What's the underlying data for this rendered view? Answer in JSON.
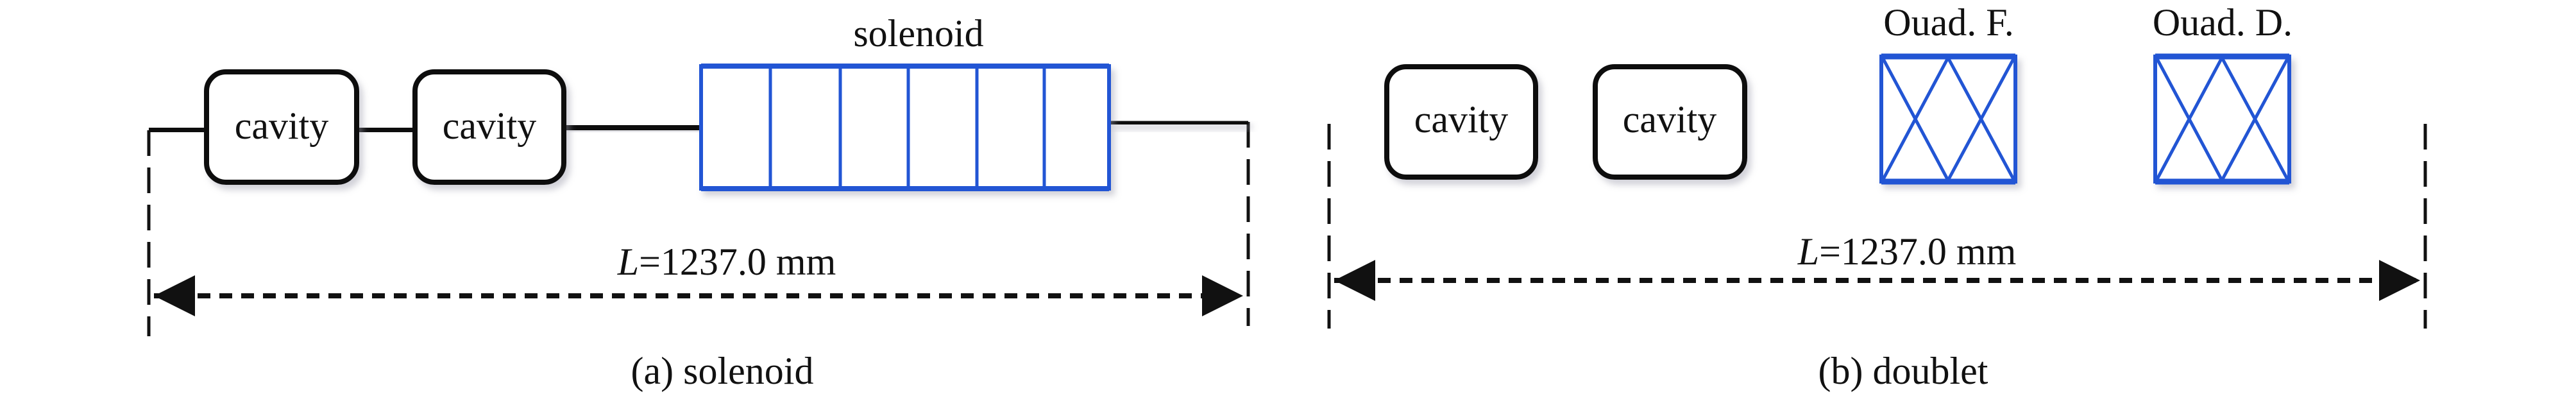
{
  "colors": {
    "line": "#111111",
    "magnet": "#2255d4"
  },
  "panel_a": {
    "caption": "(a) solenoid",
    "element_labels": {
      "cavity1": "cavity",
      "cavity2": "cavity",
      "solenoid": "solenoid"
    },
    "length_label": {
      "var": "L",
      "value": "=1237.0 mm"
    }
  },
  "panel_b": {
    "caption": "(b) doublet",
    "element_labels": {
      "cavity1": "cavity",
      "cavity2": "cavity",
      "quad_f": "Ouad. F.",
      "quad_d": "Ouad. D."
    },
    "length_label": {
      "var": "L",
      "value": "=1237.0 mm"
    }
  }
}
